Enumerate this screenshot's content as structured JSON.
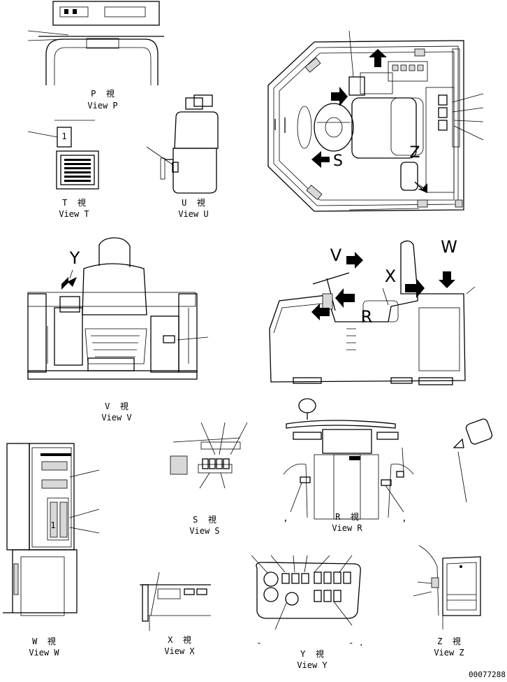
{
  "views": {
    "p": {
      "title": "P  視",
      "sub": "View P"
    },
    "t": {
      "title": "T  視",
      "sub": "View T"
    },
    "u": {
      "title": "U  視",
      "sub": "View U"
    },
    "v": {
      "title": "V  視",
      "sub": "View V"
    },
    "s": {
      "title": "S  視",
      "sub": "View S"
    },
    "r": {
      "title": "R  視",
      "sub": "View R"
    },
    "w": {
      "title": "W  視",
      "sub": "View W"
    },
    "x": {
      "title": "X  視",
      "sub": "View X"
    },
    "y": {
      "title": "Y  視",
      "sub": "View Y"
    },
    "z": {
      "title": "Z  視",
      "sub": "View Z"
    }
  },
  "callouts": {
    "s": "S",
    "z": "Z",
    "y": "Y",
    "v": "V",
    "w": "W",
    "x": "X",
    "r": "R",
    "t_icon": "1",
    "w_icon": "1"
  },
  "marks": {
    "comma_left": ",",
    "comma_right": ",",
    "dash_left": "-",
    "dash_right": "- ."
  },
  "drawing_number": "00077288"
}
